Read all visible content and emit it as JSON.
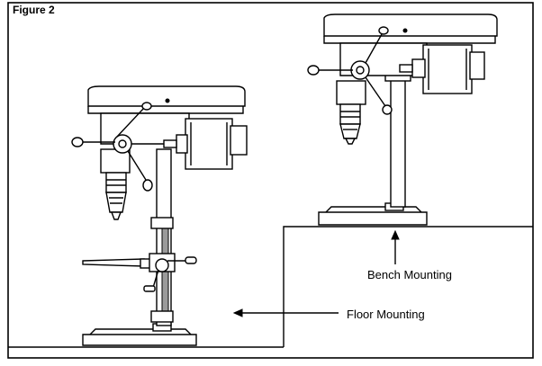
{
  "figure": {
    "title": "Figure 2",
    "labels": {
      "bench": "Bench Mounting",
      "floor": "Floor Mounting"
    }
  }
}
